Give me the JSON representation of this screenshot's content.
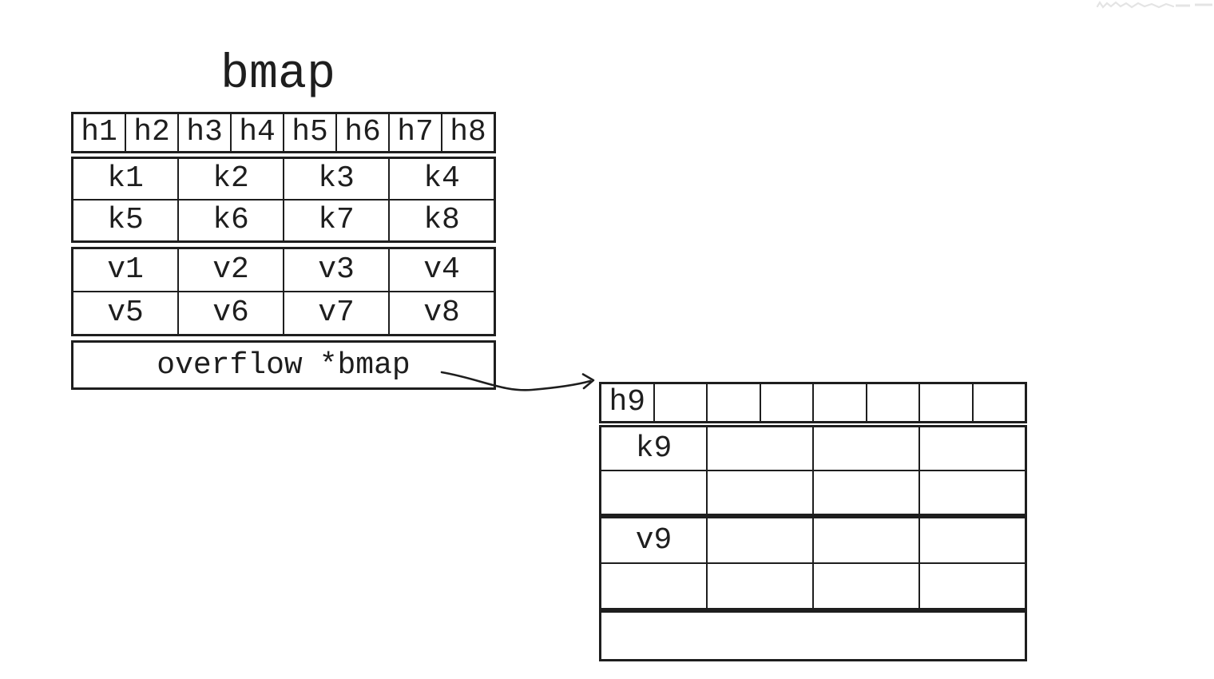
{
  "title": "bmap",
  "main_table": {
    "header": [
      "h1",
      "h2",
      "h3",
      "h4",
      "h5",
      "h6",
      "h7",
      "h8"
    ],
    "key_rows": [
      [
        "k1",
        "k2",
        "k3",
        "k4"
      ],
      [
        "k5",
        "k6",
        "k7",
        "k8"
      ]
    ],
    "value_rows": [
      [
        "v1",
        "v2",
        "v3",
        "v4"
      ],
      [
        "v5",
        "v6",
        "v7",
        "v8"
      ]
    ],
    "overflow": {
      "label": "overflow",
      "pointer": "*bmap"
    }
  },
  "overflow_table": {
    "header": [
      "h9",
      "",
      "",
      "",
      "",
      "",
      "",
      ""
    ],
    "key_rows": [
      [
        "k9",
        "",
        "",
        ""
      ],
      [
        "",
        "",
        "",
        ""
      ]
    ],
    "value_rows": [
      [
        "v9",
        "",
        "",
        ""
      ],
      [
        "",
        "",
        "",
        ""
      ]
    ],
    "overflow": {
      "label": "",
      "pointer": ""
    }
  },
  "colors": {
    "ink": "#1e1e1e",
    "bg": "#ffffff"
  }
}
